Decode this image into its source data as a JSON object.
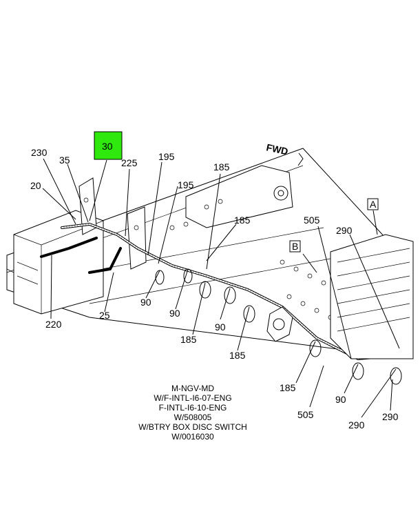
{
  "highlight": {
    "label": "30",
    "color": "#2ee80e"
  },
  "fwd_label": "FWD",
  "view_labels": [
    "A",
    "B"
  ],
  "callouts": [
    {
      "id": "c230",
      "text": "230"
    },
    {
      "id": "c35",
      "text": "35"
    },
    {
      "id": "c20",
      "text": "20"
    },
    {
      "id": "c225",
      "text": "225"
    },
    {
      "id": "c195a",
      "text": "195"
    },
    {
      "id": "c195b",
      "text": "195"
    },
    {
      "id": "c185a",
      "text": "185"
    },
    {
      "id": "c185b",
      "text": "185"
    },
    {
      "id": "c505a",
      "text": "505"
    },
    {
      "id": "c290a",
      "text": "290"
    },
    {
      "id": "c220",
      "text": "220"
    },
    {
      "id": "c25",
      "text": "25"
    },
    {
      "id": "c90a",
      "text": "90"
    },
    {
      "id": "c90b",
      "text": "90"
    },
    {
      "id": "c90c",
      "text": "90"
    },
    {
      "id": "c185c",
      "text": "185"
    },
    {
      "id": "c185d",
      "text": "185"
    },
    {
      "id": "c185e",
      "text": "185"
    },
    {
      "id": "c90d",
      "text": "90"
    },
    {
      "id": "c505b",
      "text": "505"
    },
    {
      "id": "c290b",
      "text": "290"
    },
    {
      "id": "c290c",
      "text": "290"
    }
  ],
  "notes": [
    "M-NGV-MD",
    "W/F-INTL-I6-07-ENG",
    "F-INTL-I6-10-ENG",
    "W/508005",
    "W/BTRY BOX DISC SWITCH",
    "W/0016030"
  ]
}
